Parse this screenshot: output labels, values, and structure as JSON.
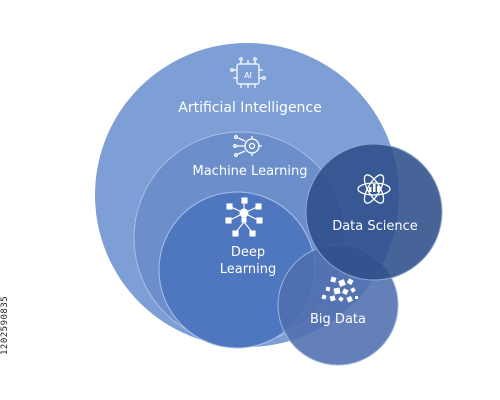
{
  "diagram": {
    "sets": [
      {
        "id": "ai",
        "label": "Artificial Intelligence",
        "icon": "ai-chip-icon"
      },
      {
        "id": "ml",
        "label": "Machine Learning",
        "icon": "gear-circuit-icon"
      },
      {
        "id": "dl",
        "label": "Deep",
        "label2": "Learning",
        "icon": "neural-network-icon"
      },
      {
        "id": "ds",
        "label": "Data Science",
        "icon": "atom-chart-icon"
      },
      {
        "id": "bd",
        "label": "Big Data",
        "icon": "scattered-squares-icon"
      }
    ],
    "ai_chip_text": "AI",
    "colors": {
      "ai": "#7d9fd6",
      "ml": "#6c8fcb",
      "dl": "#4f77c0",
      "ds": "#2e4f8a",
      "bd": "#4f6eae",
      "background": "#ffffff",
      "text": "#ffffff"
    }
  },
  "side_id": "1202590835"
}
